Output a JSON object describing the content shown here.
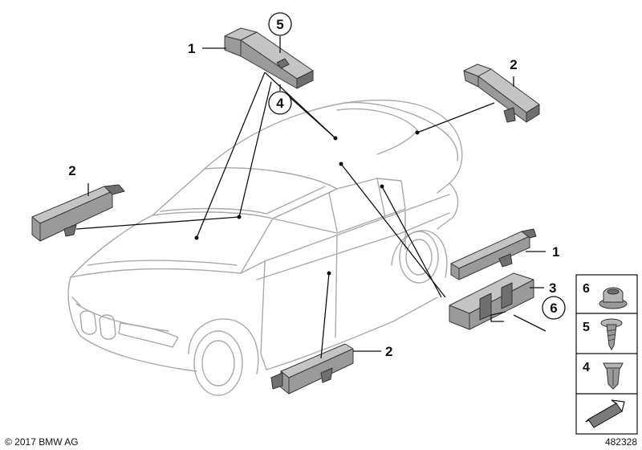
{
  "callouts": {
    "top_antenna_label": "1",
    "top_screw_label": "5",
    "top_clip_label": "4",
    "right_rear_antenna_label": "2",
    "left_antenna_label": "2",
    "right_antenna_label": "1",
    "bracket_label": "3",
    "bracket_nut_label": "6",
    "bottom_antenna_label": "2"
  },
  "legend": {
    "items": [
      {
        "number": "6",
        "icon": "nut-icon"
      },
      {
        "number": "5",
        "icon": "screw-icon"
      },
      {
        "number": "4",
        "icon": "clip-icon"
      }
    ],
    "arrow_icon": "arrow-icon"
  },
  "footer": {
    "copyright": "© 2017 BMW AG",
    "diagram_number": "482328"
  }
}
